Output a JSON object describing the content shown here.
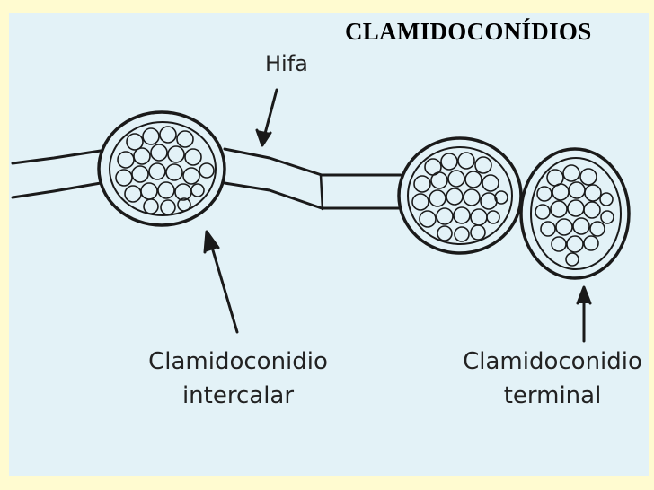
{
  "slide": {
    "title": "CLAMIDOCONÍDIOS"
  },
  "diagram": {
    "hyphae_label": "Hifa",
    "intercalar": {
      "line1": "Clamidoconidio",
      "line2": "intercalar"
    },
    "terminal": {
      "line1": "Clamidoconidio",
      "line2": "terminal"
    }
  },
  "colors": {
    "background": "#fffbd0",
    "panel": "#e3f2f7",
    "ink": "#1a1a1a"
  }
}
